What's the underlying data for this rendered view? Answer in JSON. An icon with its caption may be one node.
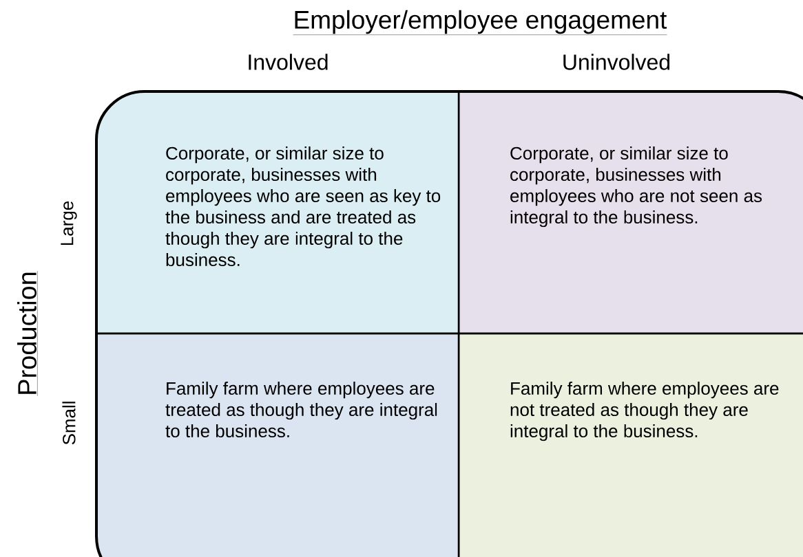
{
  "diagram": {
    "title": "Employer/employee engagement",
    "nodes": [
      {
        "text": [
          "Corporate, or similar size to corporate, businesses with employees who are seen as key to the business and are treated as though they are integral to the business."
        ]
      },
      {
        "text": [
          "Corporate, or similar size to corporate, businesses with employees who are not seen as integral to the business."
        ]
      },
      {
        "text": [
          "Family farm where employees are treated as though they are integral to the business."
        ]
      },
      {
        "text": [
          "Family farm where employees are not treated as though they are integral to the business."
        ]
      }
    ],
    "labels": [
      "Involved",
      "Uninvolved",
      "Production",
      "Large",
      "Small"
    ]
  }
}
